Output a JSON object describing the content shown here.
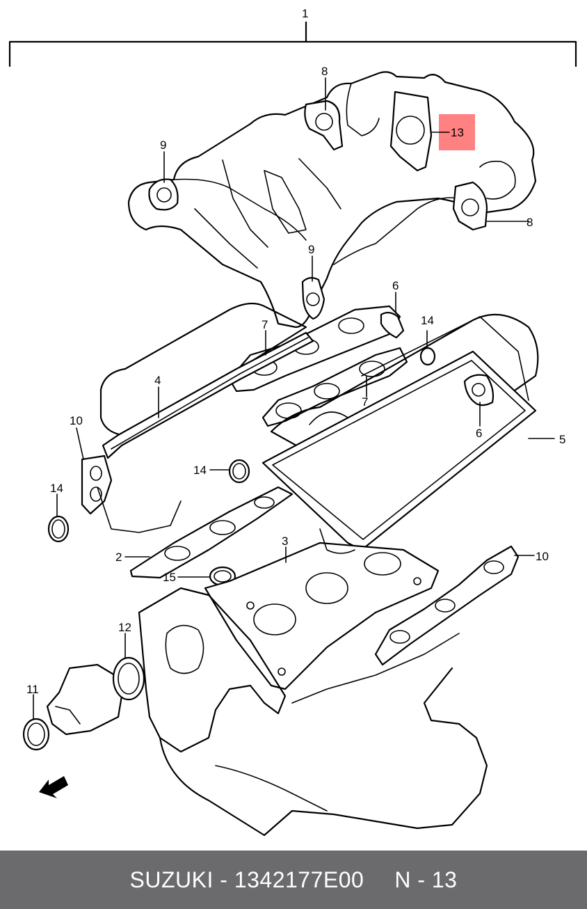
{
  "diagram": {
    "labels": {
      "l1": "1",
      "l2": "2",
      "l3": "3",
      "l4": "4",
      "l5": "5",
      "l6a": "6",
      "l6b": "6",
      "l7a": "7",
      "l7b": "7",
      "l8a": "8",
      "l8b": "8",
      "l9a": "9",
      "l9b": "9",
      "l10a": "10",
      "l10b": "10",
      "l11": "11",
      "l12": "12",
      "l13": "13",
      "l14a": "14",
      "l14b": "14",
      "l14c": "14",
      "l15": "15"
    },
    "highlight_color": "#ff6b6b"
  },
  "footer": {
    "part_number": "SUZUKI - 1342177E00",
    "reference": "N - 13"
  }
}
